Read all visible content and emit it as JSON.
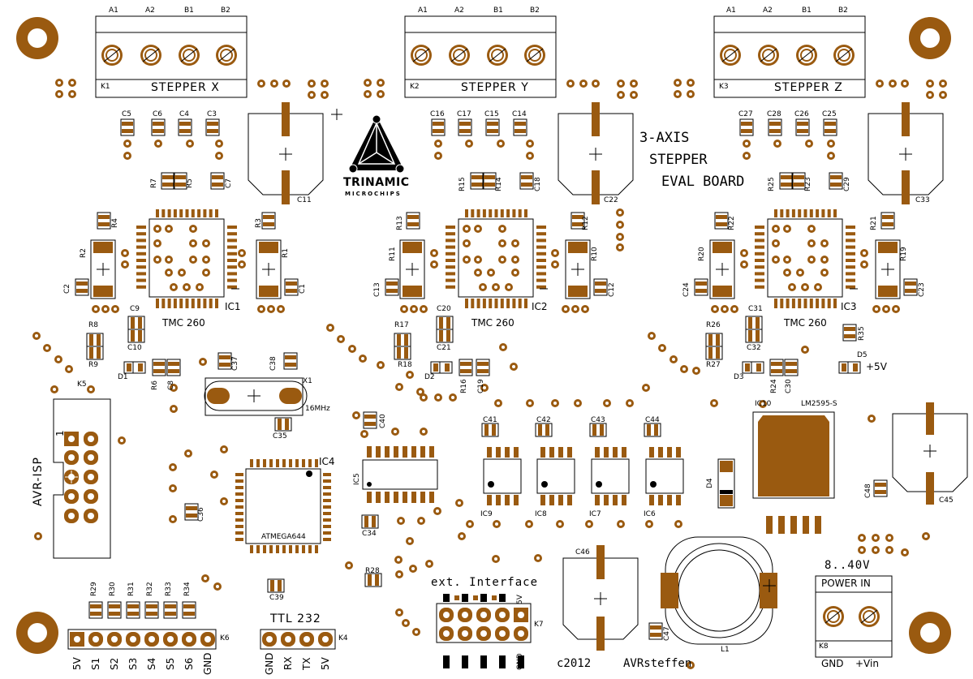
{
  "board_title": [
    "3-AXIS",
    "STEPPER",
    "EVAL BOARD"
  ],
  "brand": {
    "name": "TRINAMIC",
    "sub": "MICROCHIPS"
  },
  "steppers": [
    {
      "ref": "K1",
      "label": "STEPPER X",
      "pins": [
        "A1",
        "A2",
        "B1",
        "B2"
      ],
      "ic": "IC1",
      "chip": "TMC 260"
    },
    {
      "ref": "K2",
      "label": "STEPPER Y",
      "pins": [
        "A1",
        "A2",
        "B1",
        "B2"
      ],
      "ic": "IC2",
      "chip": "TMC 260"
    },
    {
      "ref": "K3",
      "label": "STEPPER Z",
      "pins": [
        "A1",
        "A2",
        "B1",
        "B2"
      ],
      "ic": "IC3",
      "chip": "TMC 260"
    }
  ],
  "caps_top": {
    "x": [
      "C5",
      "C6",
      "C4",
      "C3"
    ],
    "y": [
      "C16",
      "C17",
      "C15",
      "C14"
    ],
    "z": [
      "C27",
      "C28",
      "C26",
      "C25"
    ]
  },
  "elcaps": [
    "C11",
    "C22",
    "C33",
    "C45",
    "C46"
  ],
  "parts": {
    "r7": "R7",
    "r5": "R5",
    "c7": "C7",
    "r15": "R15",
    "r14": "R14",
    "c18": "C18",
    "r25": "R25",
    "r23": "R23",
    "c29": "C29",
    "r4": "R4",
    "r3": "R3",
    "r13": "R13",
    "r12": "R12",
    "r22": "R22",
    "r21": "R21",
    "r2": "R2",
    "r1": "R1",
    "r11": "R11",
    "r10": "R10",
    "r20": "R20",
    "r19": "R19",
    "c2": "C2",
    "c1": "C1",
    "c13": "C13",
    "c12": "C12",
    "c24": "C24",
    "c23": "C23",
    "c9": "C9",
    "c10": "C10",
    "c20": "C20",
    "c21": "C21",
    "c31": "C31",
    "c32": "C32",
    "r8": "R8",
    "r9": "R9",
    "r17": "R17",
    "r18": "R18",
    "r26": "R26",
    "r27": "R27",
    "r35": "R35",
    "d1": "D1",
    "d2": "D2",
    "d3": "D3",
    "d5": "D5",
    "d4": "D4",
    "r6": "R6",
    "r16": "R16",
    "r24": "R24",
    "c8": "C8",
    "c19": "C19",
    "c30": "C30",
    "c37": "C37",
    "c38": "C38",
    "x1": "X1",
    "xtal": "16MHz",
    "c35": "C35",
    "ic4": "IC4",
    "mcu": "ATMEGA644",
    "c36": "C36",
    "c39": "C39",
    "ic5": "IC5",
    "c40": "C40",
    "c34": "C34",
    "r28": "R28",
    "c41": "C41",
    "c42": "C42",
    "c43": "C43",
    "c44": "C44",
    "ic9": "IC9",
    "ic8": "IC8",
    "ic7": "IC7",
    "ic6": "IC6",
    "ic10": "IC10",
    "reg": "LM2595-S",
    "c48": "C48",
    "c47": "C47",
    "l1": "L1",
    "k5": "K5",
    "k6": "K6",
    "k4": "K4",
    "k7": "K7",
    "k8": "K8",
    "plus5v": "+5V"
  },
  "avr_isp": {
    "label": "AVR-ISP",
    "pin1": "1"
  },
  "k6_resistors": [
    "R29",
    "R30",
    "R31",
    "R32",
    "R33",
    "R34"
  ],
  "k6_pins": [
    "5V",
    "S1",
    "S2",
    "S3",
    "S4",
    "S5",
    "S6",
    "GND"
  ],
  "ttl": {
    "title": "TTL 232",
    "pins": [
      "GND",
      "RX",
      "TX",
      "5V"
    ]
  },
  "ext": {
    "title": "ext. Interface",
    "top_pin": "5V",
    "bottom_pin": "GND"
  },
  "power": {
    "range": "8..40V",
    "title": "POWER IN",
    "pins": [
      "GND",
      "+Vin"
    ]
  },
  "footer": {
    "year": "c2012",
    "author": "AVRsteffen"
  },
  "colors": {
    "copper": "#9a5a10",
    "silk": "#000000",
    "background": "#ffffff",
    "hole": "#ffffff"
  }
}
